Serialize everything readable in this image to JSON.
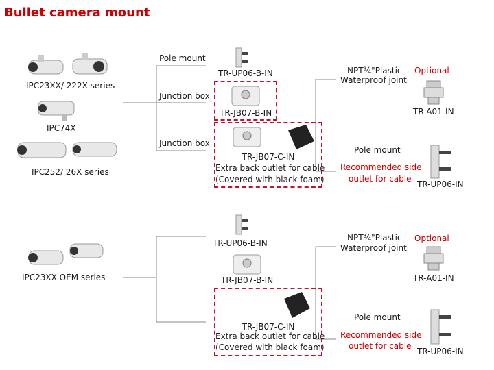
{
  "title": "Bullet camera mount",
  "cameras": {
    "ipc23xx_222x": "IPC23XX/ 222X series",
    "ipc74x": "IPC74X",
    "ipc252_26x": "IPC252/ 26X series",
    "ipc23xx_oem": "IPC23XX OEM series"
  },
  "top": {
    "pole_mount": "Pole mount",
    "junction_box_1": "Junction box",
    "junction_box_2": "Junction box",
    "tr_up06": "TR-UP06-B-IN",
    "tr_jb07b": "TR-JB07-B-IN",
    "tr_jb07c": "TR-JB07-C-IN",
    "extra_outlet": "Extra back outlet for cable",
    "covered_foam": "(Covered with black foam)",
    "npt_plastic": "NPT¾\"Plastic",
    "waterproof_joint": "Waterproof joint",
    "optional": "Optional",
    "tr_a01": "TR-A01-IN",
    "pole_mount_right": "Pole mount",
    "recommended_side": "Recommended side",
    "outlet_for_cable": "outlet for cable",
    "tr_up06_right": "TR-UP06-IN"
  },
  "bottom": {
    "tr_up06": "TR-UP06-B-IN",
    "tr_jb07b": "TR-JB07-B-IN",
    "tr_jb07c": "TR-JB07-C-IN",
    "extra_outlet": "Extra back outlet for cable",
    "covered_foam": "(Covered with black foam)",
    "npt_plastic": "NPT¾\"Plastic",
    "waterproof_joint": "Waterproof joint",
    "optional": "Optional",
    "tr_a01": "TR-A01-IN",
    "pole_mount_right": "Pole mount",
    "recommended_side": "Recommended side",
    "outlet_for_cable": "outlet for cable",
    "tr_up06_right": "TR-UP06-IN"
  }
}
